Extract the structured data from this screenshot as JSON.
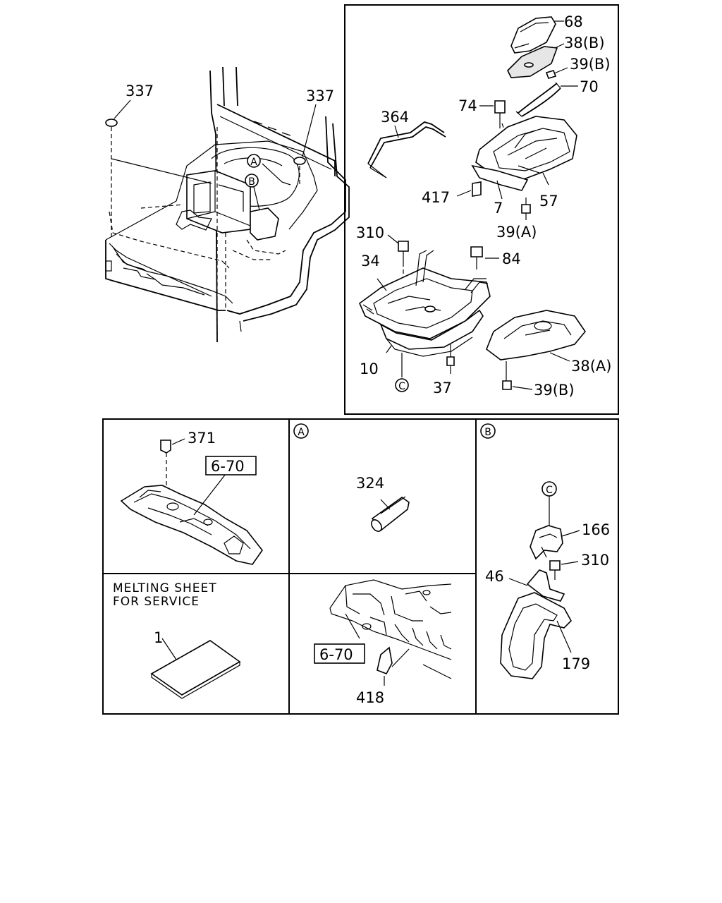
{
  "callouts": {
    "p337_left": "337",
    "p337_right": "337",
    "p68": "68",
    "p38b_top": "38(B)",
    "p39b_top": "39(B)",
    "p70": "70",
    "p74": "74",
    "p364": "364",
    "p417": "417",
    "p7": "7",
    "p57": "57",
    "p39a": "39(A)",
    "p310_top": "310",
    "p84": "84",
    "p34": "34",
    "p10": "10",
    "p37": "37",
    "p38a": "38(A)",
    "p39b_bottom": "39(B)",
    "p371": "371",
    "p324": "324",
    "p166": "166",
    "p310_b": "310",
    "p46": "46",
    "p179": "179",
    "p1": "1",
    "p418": "418"
  },
  "refs": {
    "ref_a": "6-70",
    "ref_b": "6-70"
  },
  "markers": {
    "a_main": "A",
    "b_main": "B",
    "c_main": "C",
    "a_panel": "A",
    "b_panel": "B",
    "c_panel": "C"
  },
  "notes": {
    "line1": "MELTING SHEET",
    "line2": "FOR SERVICE"
  }
}
